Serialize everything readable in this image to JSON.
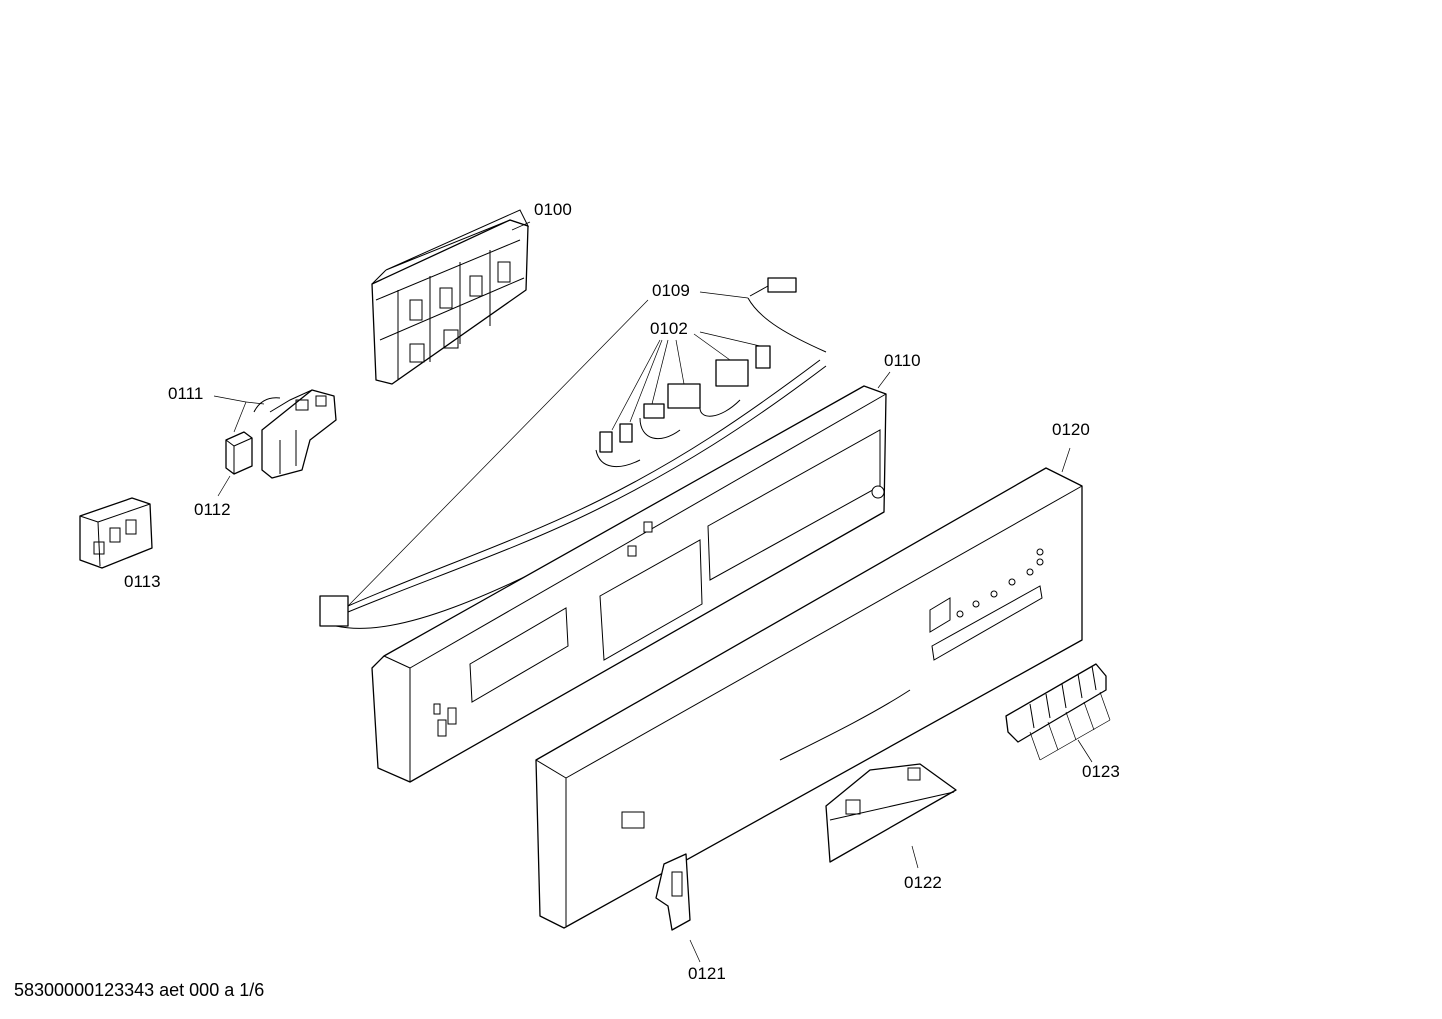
{
  "diagram": {
    "part_labels": {
      "p0100": "0100",
      "p0109": "0109",
      "p0102": "0102",
      "p0110": "0110",
      "p0111": "0111",
      "p0112": "0112",
      "p0113": "0113",
      "p0120": "0120",
      "p0121": "0121",
      "p0122": "0122",
      "p0123": "0123"
    },
    "footer_code": "58300000123343 aet 000 a 1/6"
  }
}
